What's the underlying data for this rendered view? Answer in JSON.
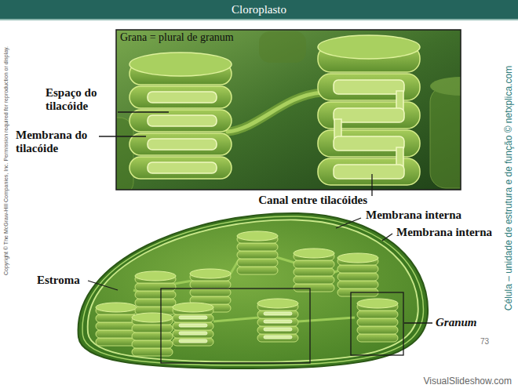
{
  "diagram": {
    "title": "Cloroplasto",
    "labels": [
      "Grana = plural de granum",
      "Espaço do tilacóide",
      "Membrana do tilacóide",
      "Canal entre tilacóides",
      "Membrana interna",
      "Membrana interna",
      "Estroma",
      "Granum",
      "Copyright © The McGraw-Hill Companies, Inc. Permission required for reproduction or display.",
      "Célula – unidade de estrutura e de função © netxplica.com",
      "73",
      "VisualSlideshow.com"
    ]
  }
}
